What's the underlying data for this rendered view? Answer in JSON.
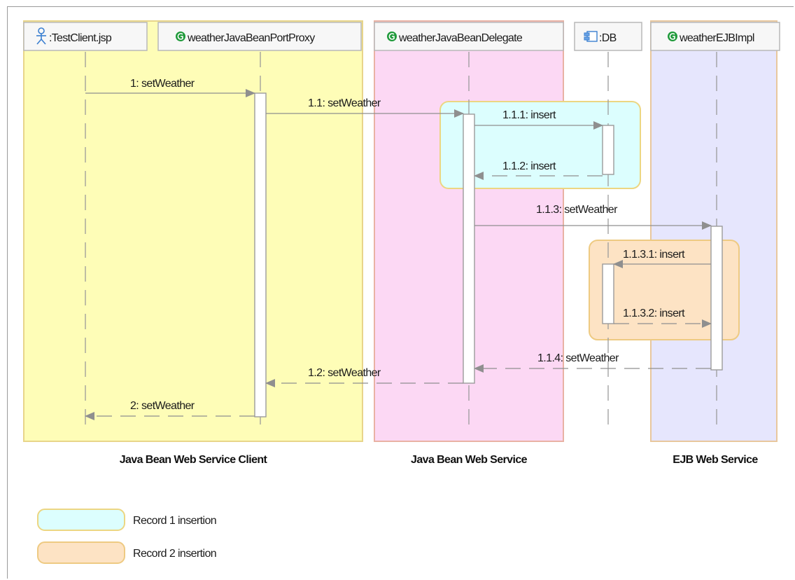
{
  "colors": {
    "client_region": "#fefdb7",
    "client_region_border": "#e8d58a",
    "service_region": "#fcd8f4",
    "service_region_border": "#e9b2a4",
    "ejb_region": "#e6e6fd",
    "ejb_region_border": "#e8c79d",
    "record1": "#dcfefe",
    "record1_border": "#ecd682",
    "record2": "#fde3c4",
    "record2_border": "#eeca82",
    "class_icon": "#1f9a3a",
    "arrow": "#8f8f8f"
  },
  "lifelines": [
    {
      "id": "testclient",
      "label": ":TestClient.jsp",
      "icon": "actor-icon"
    },
    {
      "id": "proxy",
      "label": "weatherJavaBeanPortProxy",
      "icon": "class-icon"
    },
    {
      "id": "delegate",
      "label": "weatherJavaBeanDelegate",
      "icon": "class-icon"
    },
    {
      "id": "db",
      "label": ":DB",
      "icon": "component-icon"
    },
    {
      "id": "ejbimpl",
      "label": "weatherEJBImpl",
      "icon": "class-icon"
    }
  ],
  "messages": [
    {
      "label": "1: setWeather",
      "from": "testclient",
      "to": "proxy",
      "kind": "call"
    },
    {
      "label": "1.1: setWeather",
      "from": "proxy",
      "to": "delegate",
      "kind": "call"
    },
    {
      "label": "1.1.1: insert",
      "from": "delegate",
      "to": "db",
      "kind": "call"
    },
    {
      "label": "1.1.2: insert",
      "from": "db",
      "to": "delegate",
      "kind": "return"
    },
    {
      "label": "1.1.3: setWeather",
      "from": "delegate",
      "to": "ejbimpl",
      "kind": "call"
    },
    {
      "label": "1.1.3.1: insert",
      "from": "ejbimpl",
      "to": "db",
      "kind": "call"
    },
    {
      "label": "1.1.3.2: insert",
      "from": "db",
      "to": "ejbimpl",
      "kind": "return"
    },
    {
      "label": "1.1.4: setWeather",
      "from": "ejbimpl",
      "to": "delegate",
      "kind": "return"
    },
    {
      "label": "1.2: setWeather",
      "from": "delegate",
      "to": "proxy",
      "kind": "return"
    },
    {
      "label": "2: setWeather",
      "from": "proxy",
      "to": "testclient",
      "kind": "return"
    }
  ],
  "regions": [
    {
      "id": "client",
      "label": "Java Bean Web Service Client"
    },
    {
      "id": "service",
      "label": "Java Bean Web Service"
    },
    {
      "id": "ejb",
      "label": "EJB Web Service"
    }
  ],
  "legend": [
    {
      "id": "record1",
      "label": "Record 1 insertion"
    },
    {
      "id": "record2",
      "label": "Record 2 insertion"
    }
  ]
}
